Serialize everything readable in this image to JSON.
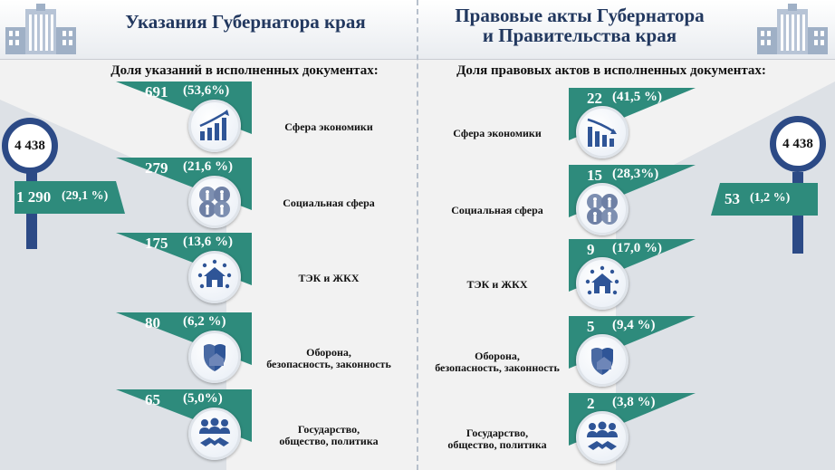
{
  "header": {
    "left_title": "Указания  Губернатора края",
    "right_title_line1": "Правовые акты Губернатора",
    "right_title_line2": "и Правительства края"
  },
  "left": {
    "subtitle": "Доля указаний в исполненных документах:",
    "total": "4 438",
    "executed_count": "1 290",
    "executed_pct": "(29,1 %)",
    "rows": [
      {
        "count": "691",
        "pct": "(53,6%)",
        "label_line1": "Сфера экономики",
        "label_line2": "",
        "icon": "chart-growth-icon"
      },
      {
        "count": "279",
        "pct": "(21,6 %)",
        "label_line1": "Социальная сфера",
        "label_line2": "",
        "icon": "family-icon"
      },
      {
        "count": "175",
        "pct": "(13,6 %)",
        "label_line1": "ТЭК и ЖКХ",
        "label_line2": "",
        "icon": "house-icon"
      },
      {
        "count": "80",
        "pct": "(6,2 %)",
        "label_line1": "Оборона,",
        "label_line2": "безопасность, законность",
        "icon": "shield-icon"
      },
      {
        "count": "65",
        "pct": "(5,0%)",
        "label_line1": "Государство,",
        "label_line2": "общество, политика",
        "icon": "handshake-people-icon"
      }
    ]
  },
  "right": {
    "subtitle": "Доля правовых актов в исполненных документах:",
    "total": "4 438",
    "executed_count": "53",
    "executed_pct": "(1,2 %)",
    "rows": [
      {
        "count": "22",
        "pct": "(41,5 %)",
        "label_line1": "Сфера экономики",
        "label_line2": "",
        "icon": "chart-decline-icon"
      },
      {
        "count": "15",
        "pct": "(28,3%)",
        "label_line1": "Социальная сфера",
        "label_line2": "",
        "icon": "family-icon"
      },
      {
        "count": "9",
        "pct": "(17,0 %)",
        "label_line1": "ТЭК и ЖКХ",
        "label_line2": "",
        "icon": "house-icon"
      },
      {
        "count": "5",
        "pct": "(9,4 %)",
        "label_line1": "Оборона,",
        "label_line2": "безопасность, законность",
        "icon": "shield-icon"
      },
      {
        "count": "2",
        "pct": "(3,8 %)",
        "label_line1": "Государство,",
        "label_line2": "общество, политика",
        "icon": "handshake-people-icon"
      }
    ]
  },
  "colors": {
    "green": "#2e8b7c",
    "navy": "#2c4a86",
    "title": "#22385f",
    "icon": "#2f5597"
  }
}
